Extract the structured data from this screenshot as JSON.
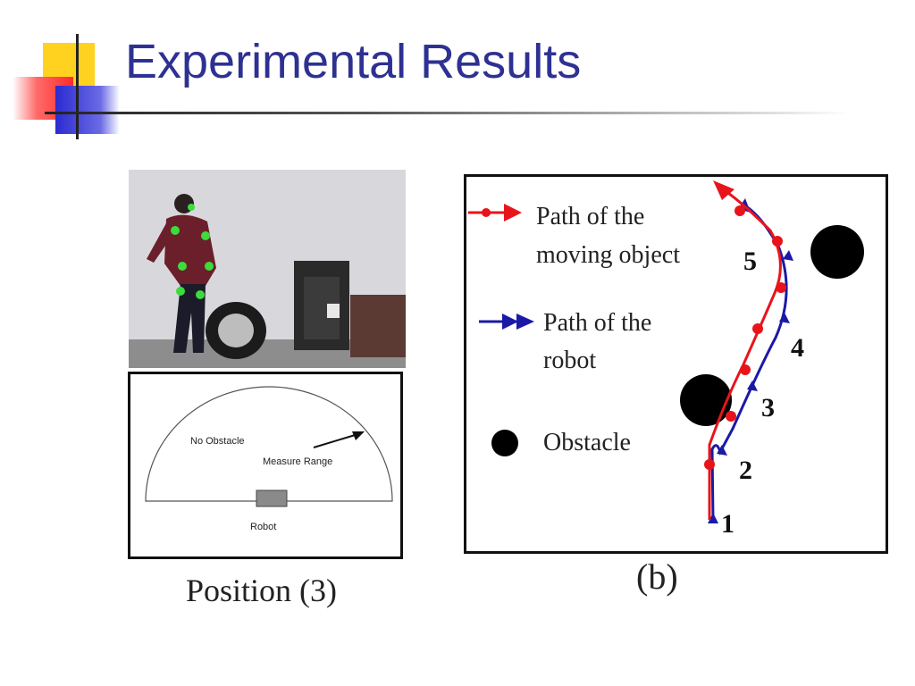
{
  "slide": {
    "title": "Experimental Results",
    "caption_left": "Position (3)",
    "caption_right": "(b)"
  },
  "sensor_diagram": {
    "no_obstacle": "No Obstacle",
    "measure_range": "Measure Range",
    "robot": "Robot"
  },
  "path_figure": {
    "legend": {
      "moving_object_line1": "Path of the",
      "moving_object_line2": "moving object",
      "robot_line1": "Path of the",
      "robot_line2": "robot",
      "obstacle": "Obstacle"
    },
    "markers": [
      "1",
      "2",
      "3",
      "4",
      "5"
    ],
    "colors": {
      "object_path": "#e8141b",
      "robot_path": "#1a1aa6",
      "obstacle": "#000000"
    }
  },
  "colors": {
    "title": "#2e3192",
    "accent_yellow": "#ffd21f",
    "accent_red": "#ff3c3c",
    "accent_blue": "#3a3ad6"
  }
}
